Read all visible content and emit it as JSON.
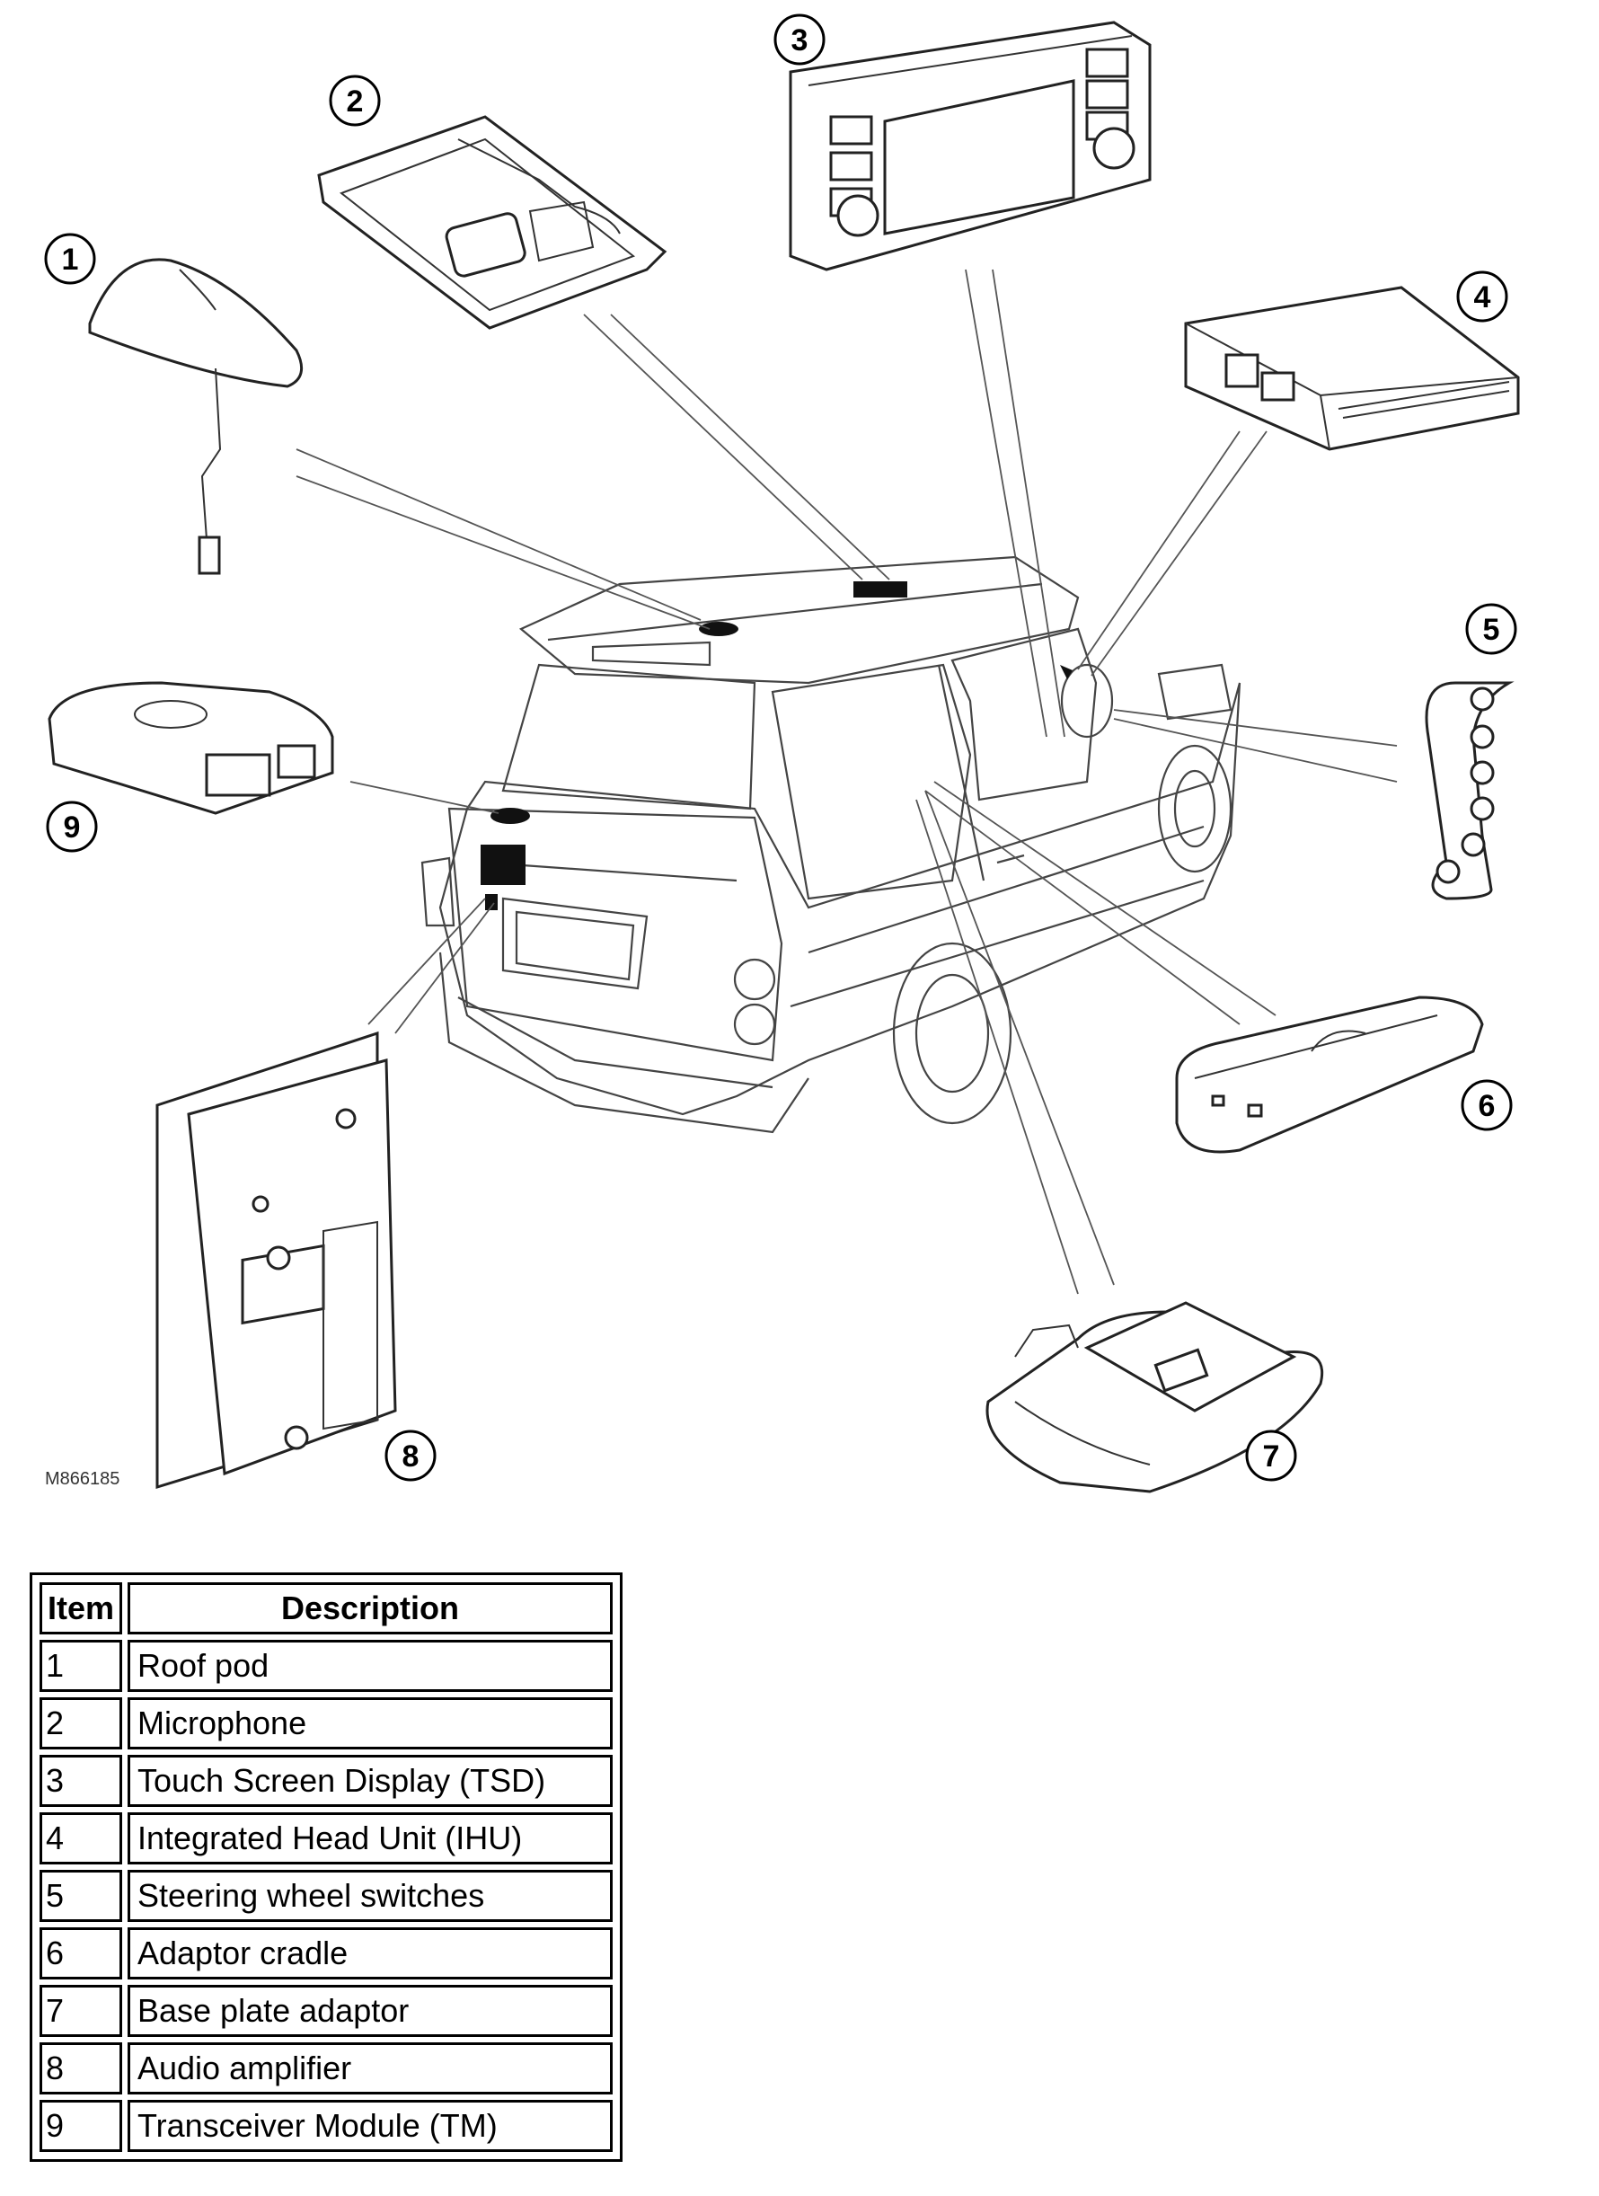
{
  "figure_code": "M866185",
  "callouts": [
    "1",
    "2",
    "3",
    "4",
    "5",
    "6",
    "7",
    "8",
    "9"
  ],
  "table": {
    "headers": {
      "item": "Item",
      "description": "Description"
    },
    "rows": [
      {
        "item": "1",
        "description": "Roof pod"
      },
      {
        "item": "2",
        "description": "Microphone"
      },
      {
        "item": "3",
        "description": "Touch Screen Display (TSD)"
      },
      {
        "item": "4",
        "description": "Integrated Head Unit (IHU)"
      },
      {
        "item": "5",
        "description": "Steering wheel switches"
      },
      {
        "item": "6",
        "description": "Adaptor cradle"
      },
      {
        "item": "7",
        "description": "Base plate adaptor"
      },
      {
        "item": "8",
        "description": "Audio amplifier"
      },
      {
        "item": "9",
        "description": "Transceiver Module (TM)"
      }
    ]
  }
}
